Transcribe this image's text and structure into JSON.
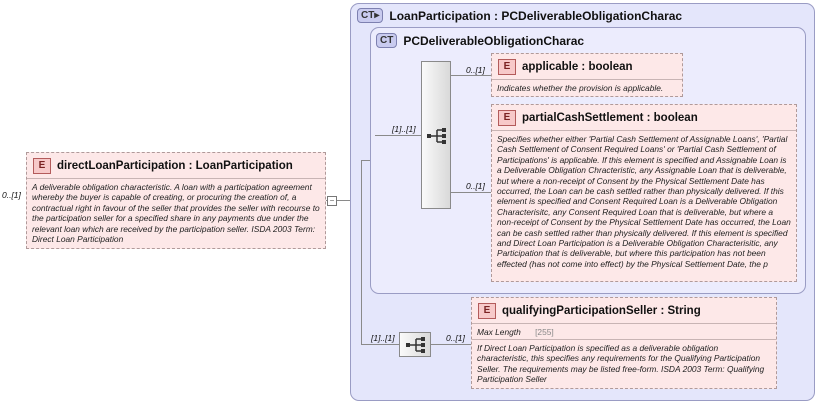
{
  "root": {
    "cardinality": "0..[1]",
    "badge": "E",
    "title": "directLoanParticipation : LoanParticipation",
    "description": "A deliverable obligation characteristic. A loan with a participation agreement whereby the buyer is capable of creating, or procuring the creation of, a contractual right in favour of the seller that provides the seller with recourse to the participation seller for a specified share in any payments due under the relevant loan which are received by the participation seller. ISDA 2003 Term: Direct Loan Participation"
  },
  "outer_type": {
    "badge": "CT",
    "title": "LoanParticipation : PCDeliverableObligationCharac"
  },
  "inner_type": {
    "badge": "CT",
    "title": "PCDeliverableObligationCharac",
    "sequence_cardinality": "[1]..[1]"
  },
  "applicable": {
    "cardinality": "0..[1]",
    "badge": "E",
    "title": "applicable : boolean",
    "description": "Indicates whether the provision is applicable."
  },
  "partial": {
    "cardinality": "0..[1]",
    "badge": "E",
    "title": "partialCashSettlement : boolean",
    "description": "Specifies whether either 'Partial Cash Settlement of Assignable Loans', 'Partial Cash Settlement of Consent Required Loans' or 'Partial Cash Settlement of Participations' is applicable. If this element is specified and Assignable Loan is a Deliverable Obligation Chracteristic, any Assignable Loan that is deliverable, but where a non-receipt of Consent by the Physical Settlement Date has occurred, the Loan can be cash settled rather than physically delivered. If this element is specified and Consent Required Loan is a Deliverable Obligation Characterisitc, any Consent Required Loan that is deliverable, but where a non-receipt of Consent by the Physical Settlement Date has occurred, the Loan can be cash settled rather than physically delivered. If this element is specified and Direct Loan Participation is a Deliverable Obligation Characterisitic, any Participation that is deliverable, but where this participation has not been effected (has not come into effect) by the Physical Settlement Date, the p"
  },
  "seller_sequence": {
    "cardinality": "[1]..[1]"
  },
  "seller": {
    "cardinality": "0..[1]",
    "badge": "E",
    "title": "qualifyingParticipationSeller : String",
    "facet_label": "Max Length",
    "facet_value": "[255]",
    "description": "If Direct Loan Participation is specified as a deliverable obligation characteristic, this specifies any requirements for the Qualifying Participation Seller. The requirements may be listed free-form. ISDA 2003 Term: Qualifying Participation Seller"
  },
  "icons": {
    "outer_badge_icon": "complex-type-extension-icon",
    "sequence_icon": "sequence-compositor-icon"
  }
}
